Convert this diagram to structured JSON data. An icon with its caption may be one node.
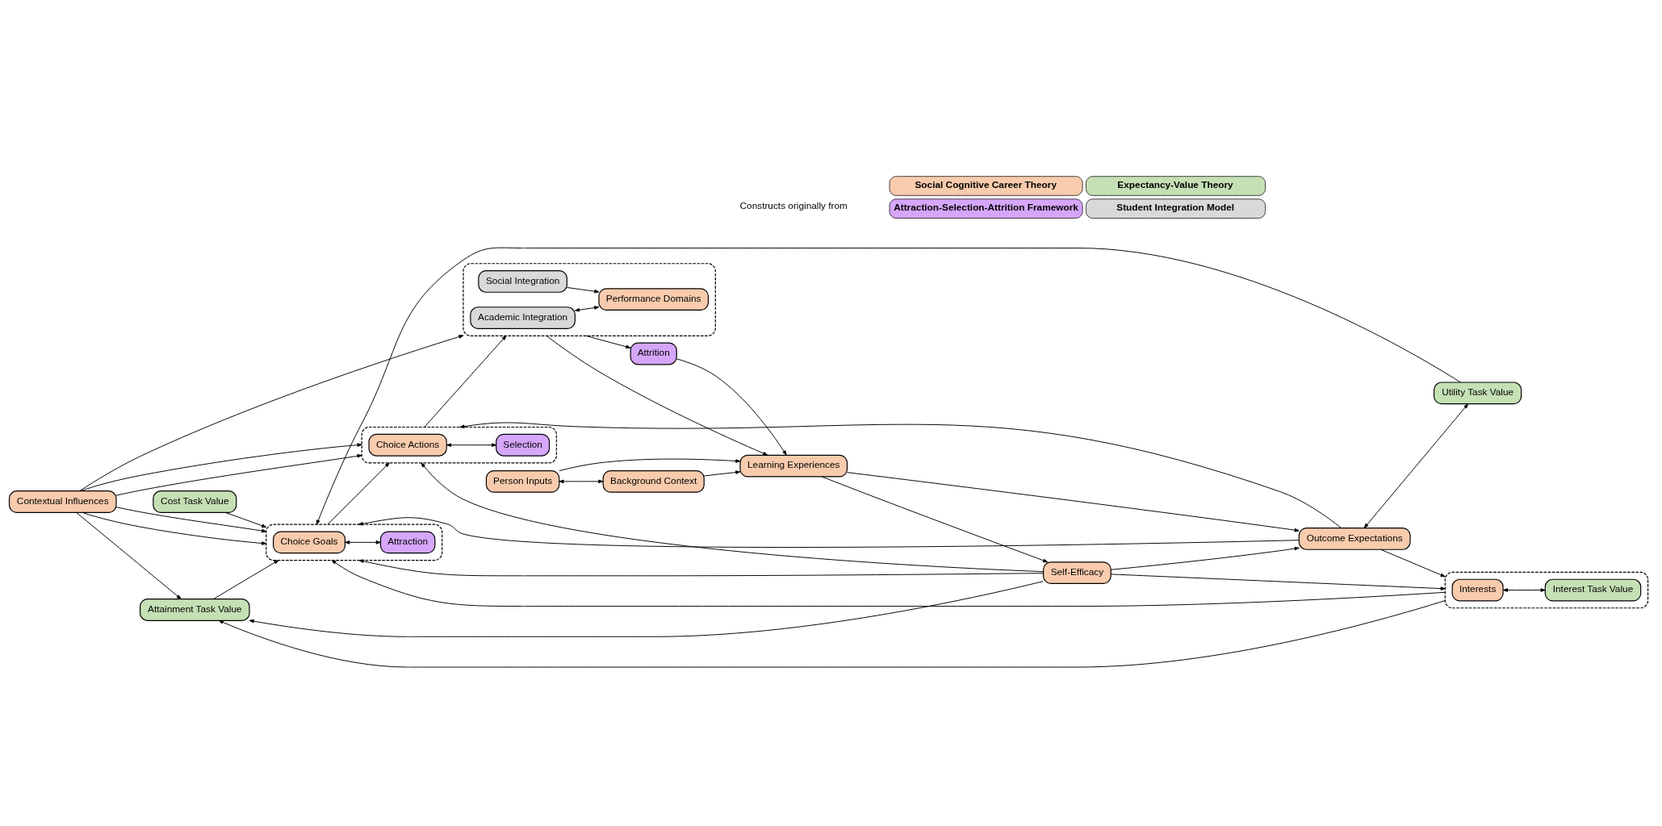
{
  "diagram": {
    "nodes": [
      {
        "text": [
          "Contextual Influences"
        ]
      },
      {
        "text": [
          "Person Inputs"
        ]
      },
      {
        "text": [
          "Background Context"
        ]
      },
      {
        "text": [
          "Learning Experiences"
        ]
      },
      {
        "text": [
          "Self-Efficacy"
        ]
      },
      {
        "text": [
          "Attainment Task Value"
        ]
      },
      {
        "text": [
          "Outcome Expectations"
        ]
      },
      {
        "text": [
          "Utility Task Value"
        ]
      },
      {
        "text": [],
        "shape": "box"
      },
      {
        "text": [
          "Interests"
        ],
        "in": 8
      },
      {
        "text": [
          "Interest Task Value"
        ],
        "in": 8
      },
      {
        "text": [],
        "shape": "box"
      },
      {
        "text": [
          "Choice Goals"
        ],
        "in": 11
      },
      {
        "text": [
          "Attraction"
        ],
        "in": 11
      },
      {
        "text": [],
        "shape": "box"
      },
      {
        "text": [
          "Choice Actions"
        ],
        "in": 14
      },
      {
        "text": [
          "Selection"
        ],
        "in": 14
      },
      {
        "text": [
          "Cost Task Value"
        ]
      },
      {
        "text": [],
        "shape": "box"
      },
      {
        "text": [
          "Academic Integration"
        ],
        "in": 18
      },
      {
        "text": [
          "Performance Domains"
        ],
        "in": 18
      },
      {
        "text": [
          "Social Integration"
        ],
        "in": 18
      },
      {
        "text": [
          "Attrition"
        ]
      }
    ],
    "edges": [
      {
        "from": 1,
        "to": 2,
        "arrow": "both"
      },
      {
        "from": 1,
        "to": 3,
        "arrow": "to"
      },
      {
        "from": 2,
        "to": 3,
        "arrow": "to"
      },
      {
        "from": 3,
        "to": 4,
        "arrow": "to"
      },
      {
        "from": 3,
        "to": 6,
        "arrow": "to"
      },
      {
        "from": 4,
        "to": 6,
        "arrow": "to"
      },
      {
        "from": 4,
        "to": 5,
        "arrow": "to"
      },
      {
        "from": 4,
        "to": 8,
        "arrow": "to"
      },
      {
        "from": 4,
        "to": 11,
        "arrow": "to"
      },
      {
        "from": 4,
        "to": 14,
        "arrow": "to"
      },
      {
        "from": 8,
        "to": 5,
        "arrow": "to"
      },
      {
        "from": 5,
        "to": 11,
        "arrow": "to"
      },
      {
        "from": 0,
        "to": 5,
        "arrow": "to"
      },
      {
        "from": 0,
        "to": 11,
        "arrow": "to"
      },
      {
        "from": 0,
        "to": 11,
        "arrow": "to"
      },
      {
        "from": 0,
        "to": 14,
        "arrow": "to"
      },
      {
        "from": 0,
        "to": 14,
        "arrow": "to"
      },
      {
        "from": 0,
        "to": 18,
        "arrow": "to"
      },
      {
        "from": 9,
        "to": 10,
        "arrow": "both"
      },
      {
        "from": 12,
        "to": 13,
        "arrow": "both"
      },
      {
        "from": 15,
        "to": 16,
        "arrow": "both"
      },
      {
        "from": 8,
        "to": 11,
        "arrow": "to"
      },
      {
        "from": 11,
        "to": 14,
        "arrow": "to"
      },
      {
        "from": 14,
        "to": 18,
        "arrow": "to"
      },
      {
        "from": 6,
        "to": 7,
        "arrow": "both"
      },
      {
        "from": 6,
        "to": 8,
        "arrow": "to"
      },
      {
        "from": 6,
        "to": 11,
        "arrow": "to"
      },
      {
        "from": 6,
        "to": 14,
        "arrow": "to"
      },
      {
        "from": 7,
        "to": 11,
        "arrow": "to"
      },
      {
        "from": 17,
        "to": 11,
        "arrow": "to"
      },
      {
        "from": 19,
        "to": 20,
        "arrow": "both"
      },
      {
        "from": 21,
        "to": 20,
        "arrow": "to"
      },
      {
        "from": 18,
        "to": 22,
        "arrow": "to"
      },
      {
        "from": 22,
        "to": 3,
        "arrow": "to"
      },
      {
        "from": 18,
        "to": 3,
        "arrow": "to"
      }
    ],
    "labels": [
      "Constructs originally from"
    ],
    "legend": [
      {
        "text": "Social Cognitive Career Theory",
        "color": "#f8cbad"
      },
      {
        "text": "Expectancy-Value Theory",
        "color": "#c5e0b4"
      },
      {
        "text": "Attraction-Selection-Attrition Framework",
        "color": "#d5a6fa"
      },
      {
        "text": "Student Integration Model",
        "color": "#d9d9d9"
      }
    ]
  }
}
